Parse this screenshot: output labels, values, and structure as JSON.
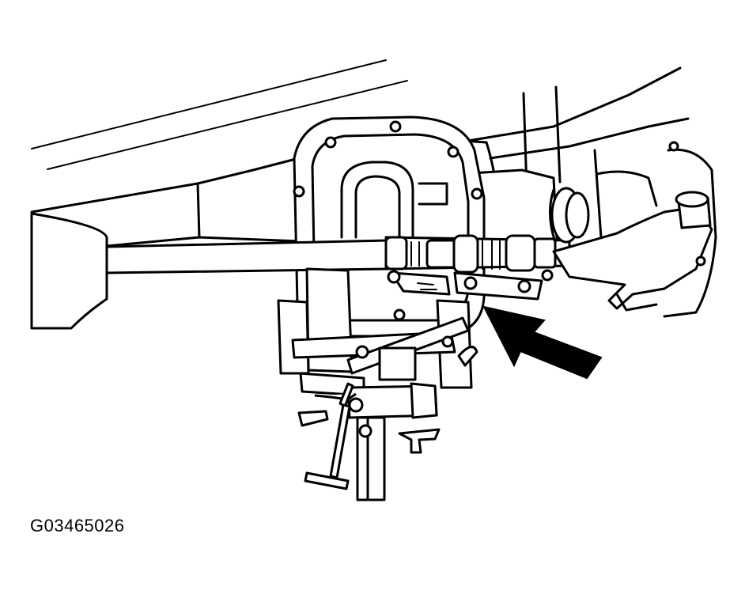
{
  "figure": {
    "code": "G03465026",
    "components": [
      "axle-housing",
      "differential-cover",
      "axle-shaft",
      "axle-tube-spreader-tool",
      "support-stand",
      "wheel-knuckle",
      "indicator-arrow"
    ]
  }
}
